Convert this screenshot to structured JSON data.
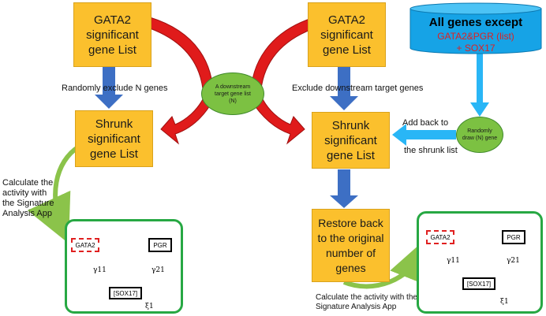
{
  "box_gata2_left": {
    "line1": "GATA2",
    "line2": "significant",
    "line3": "gene List"
  },
  "box_gata2_right": {
    "line1": "GATA2",
    "line2": "significant",
    "line3": "gene List"
  },
  "box_shrunk_left": {
    "line1": "Shrunk",
    "line2": "significant",
    "line3": "gene List"
  },
  "box_shrunk_right": {
    "line1": "Shrunk",
    "line2": "significant",
    "line3": "gene List"
  },
  "box_restore": {
    "line1": "Restore back",
    "line2": "to the original",
    "line3": "number of",
    "line4": "genes"
  },
  "database": {
    "title": "All genes except",
    "line1": "GATA2&PGR (list)",
    "line2": "+ SOX17"
  },
  "oval_downstream": {
    "line1": "A downstream",
    "line2": "target gene list",
    "line3": "(N)"
  },
  "oval_random": {
    "line1": "Randomly",
    "line2": "draw (N) gene"
  },
  "labels": {
    "randomly_exclude": "Randomly exclude N genes",
    "exclude_downstream": "Exclude downstream target genes",
    "add_back_1": "Add back to",
    "add_back_2": "the shrunk list",
    "calc_left_1": "Calculate the",
    "calc_left_2": "activity with",
    "calc_left_3": "the Signature",
    "calc_left_4": "Analysis App",
    "calc_right_1": "Calculate the activity with the",
    "calc_right_2": "Signature Analysis App"
  },
  "model_left": {
    "gata2": "GATA2",
    "pgr": "PGR",
    "sox17": "[SOX17]",
    "gamma11": "γ11",
    "gamma21": "γ21",
    "xi": "ξ1"
  },
  "model_right": {
    "gata2": "GATA2",
    "pgr": "PGR",
    "sox17": "[SOX17]",
    "gamma11": "γ11",
    "gamma21": "γ21",
    "xi": "ξ1"
  },
  "colors": {
    "box": "#fbc02d",
    "db": "#16a3e6",
    "db_text_red": "#e02020",
    "oval": "#7cc142",
    "arrow_blue": "#3d6fc4",
    "arrow_red": "#e01b1b",
    "green_frame": "#27a843"
  }
}
